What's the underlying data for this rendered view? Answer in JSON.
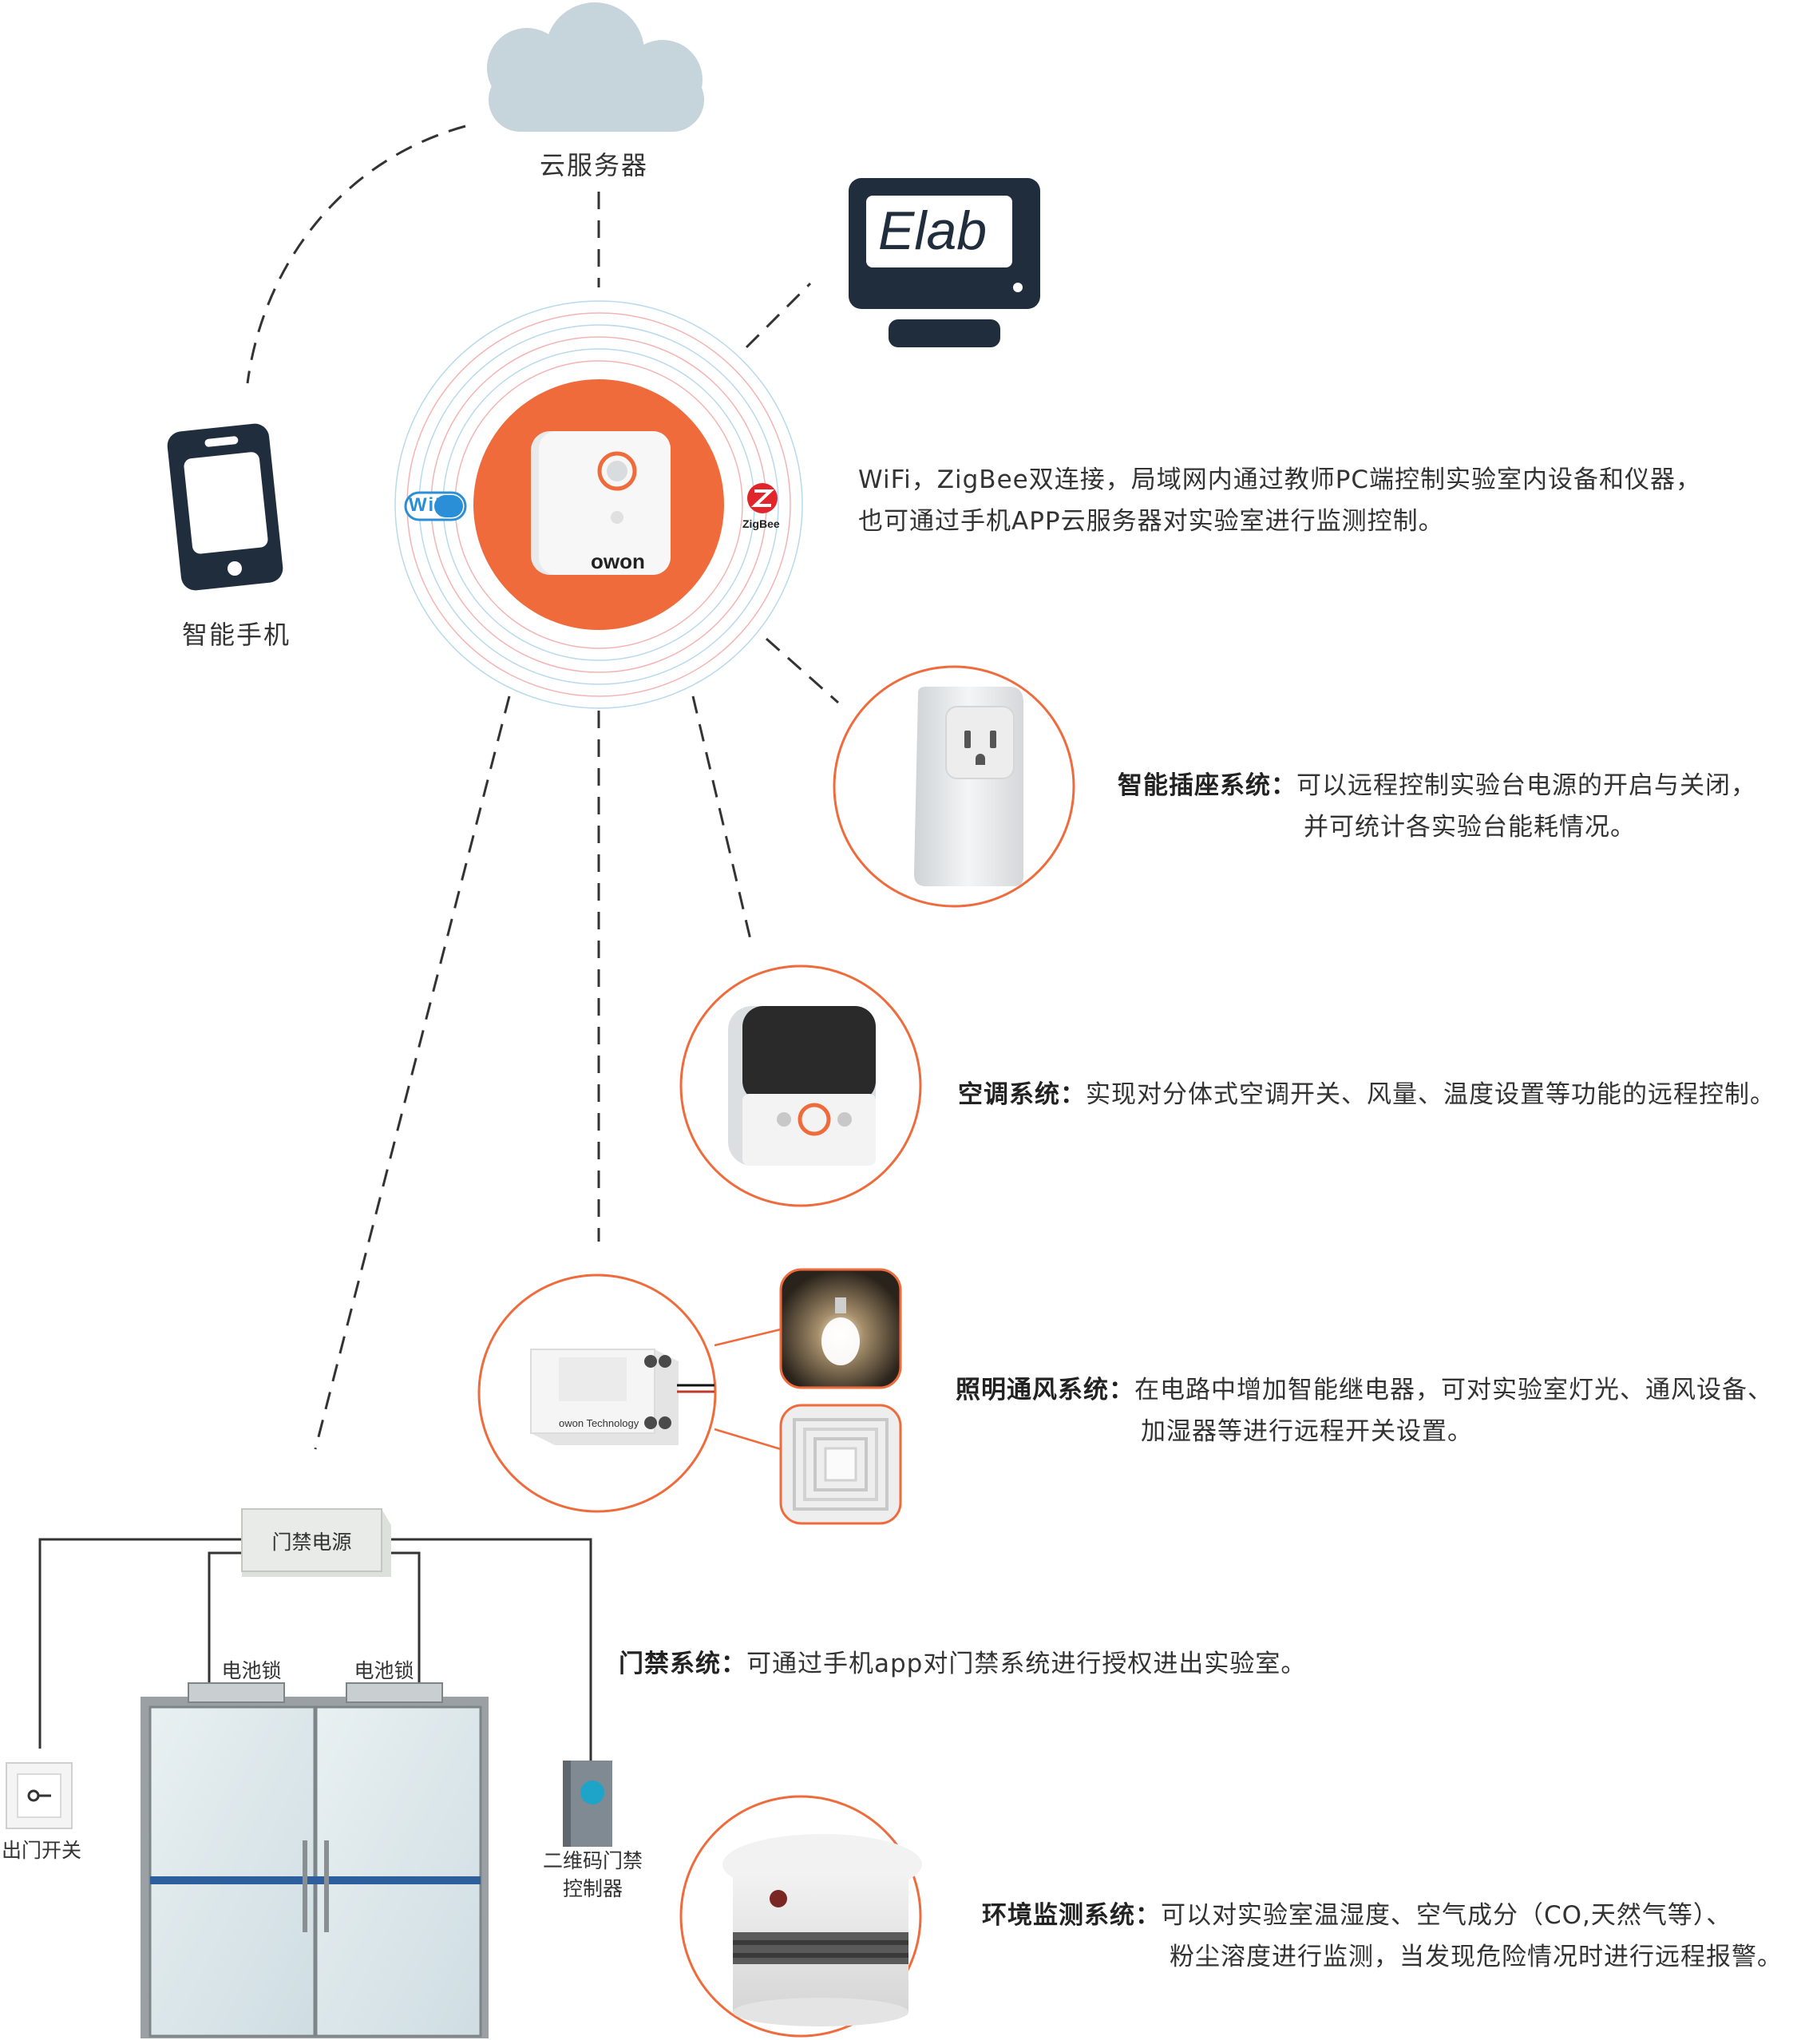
{
  "nodes": {
    "cloud_label": "云服务器",
    "phone_label": "智能手机",
    "pc_screen_text": "Elab",
    "wifi_badge": "WiFi",
    "zigbee_badge": "ZigBee",
    "gateway_brand": "owon"
  },
  "intro": {
    "line1": "WiFi，ZigBee双连接，局域网内通过教师PC端控制实验室内设备和仪器，",
    "line2": "也可通过手机APP云服务器对实验室进行监测控制。"
  },
  "systems": {
    "socket": {
      "title": "智能插座系统：",
      "line1": "可以远程控制实验台电源的开启与关闭，",
      "line2": "并可统计各实验台能耗情况。"
    },
    "ac": {
      "title": "空调系统：",
      "line1": "实现对分体式空调开关、风量、温度设置等功能的远程控制。"
    },
    "lighting": {
      "title": "照明通风系统：",
      "line1": "在电路中增加智能继电器，可对实验室灯光、通风设备、",
      "line2": "加湿器等进行远程开关设置。",
      "relay_brand": "owon Technology"
    },
    "door": {
      "title": "门禁系统：",
      "line1": "可通过手机app对门禁系统进行授权进出实验室。",
      "power_label": "门禁电源",
      "lock_left": "电池锁",
      "lock_right": "电池锁",
      "exit_switch": "出门开关",
      "qr_line1": "二维码门禁",
      "qr_line2": "控制器"
    },
    "env": {
      "title": "环境监测系统：",
      "line1": "可以对实验室温湿度、空气成分（CO,天然气等）、",
      "line2": "粉尘溶度进行监测，当发现危险情况时进行远程报警。"
    }
  },
  "colors": {
    "accent_orange": "#f06b3c",
    "dark_navy": "#1f2d3d",
    "cloud": "#c5d5db",
    "wifi_blue": "#2a8fd6",
    "zigbee_red": "#e0262b"
  }
}
